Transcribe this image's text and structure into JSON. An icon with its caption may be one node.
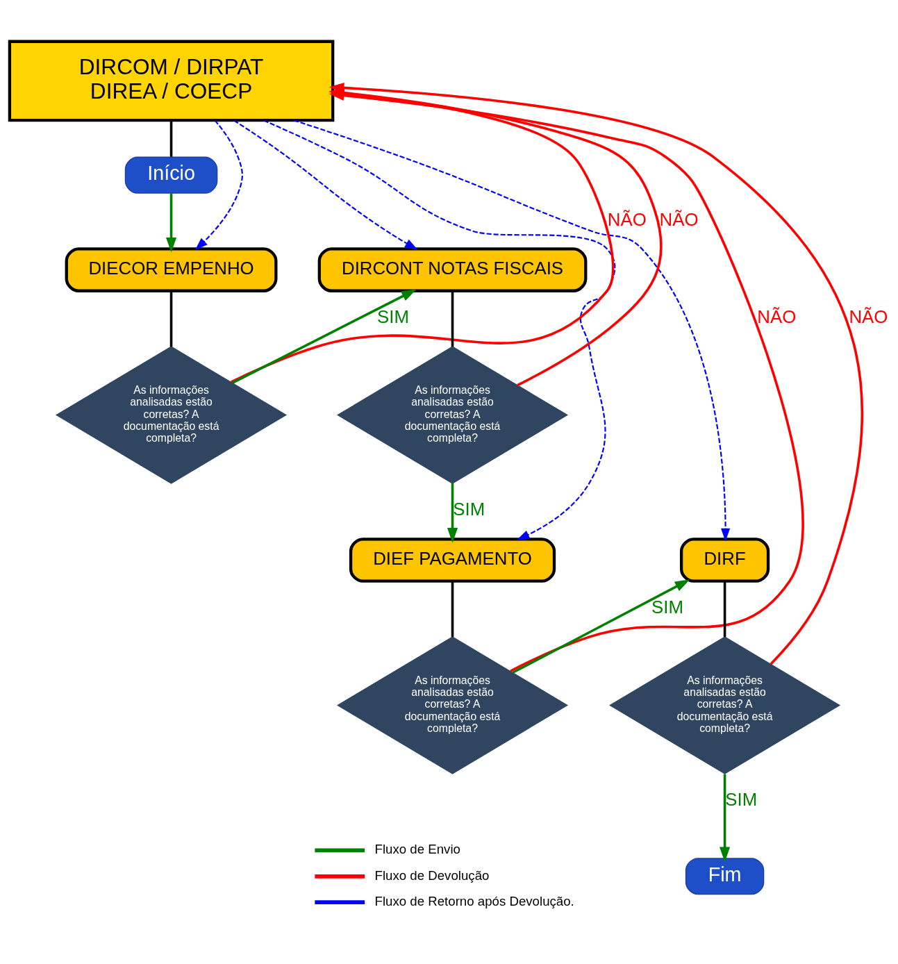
{
  "diagram": {
    "nodes": [
      {
        "text": [
          "DIRCOM / DIRPAT DIREA / COECP"
        ]
      },
      {
        "text": [
          "Início"
        ]
      },
      {
        "text": [
          "DIECOR EMPENHO"
        ]
      },
      {
        "text": [
          "As informações analisadas estão corretas? A documentação está completa?"
        ]
      },
      {
        "text": [
          "DIRCONT NOTAS FISCAIS"
        ]
      },
      {
        "text": [
          "As informações analisadas estão corretas? A documentação está completa?"
        ]
      },
      {
        "text": [
          "DIEF PAGAMENTO"
        ]
      },
      {
        "text": [
          "As informações analisadas estão corretas? A documentação está completa?"
        ]
      },
      {
        "text": [
          "DIRF"
        ]
      },
      {
        "text": [
          "As informações analisadas estão corretas? A documentação está completa?"
        ]
      },
      {
        "text": [
          "Fim"
        ]
      }
    ],
    "edges": [
      {
        "from": 0,
        "to": 1,
        "arrow": "none",
        "color": "#000000"
      },
      {
        "from": 1,
        "to": 2,
        "arrow": "to",
        "color": "#008000"
      },
      {
        "from": 2,
        "to": 3,
        "arrow": "none",
        "color": "#000000"
      },
      {
        "from": 3,
        "to": 4,
        "arrow": "to",
        "label": "SIM",
        "color": "#008000"
      },
      {
        "from": 4,
        "to": 5,
        "arrow": "none",
        "color": "#000000"
      },
      {
        "from": 5,
        "to": 6,
        "arrow": "to",
        "label": "SIM",
        "color": "#008000"
      },
      {
        "from": 6,
        "to": 7,
        "arrow": "none",
        "color": "#000000"
      },
      {
        "from": 7,
        "to": 8,
        "arrow": "to",
        "label": "SIM",
        "color": "#008000"
      },
      {
        "from": 8,
        "to": 9,
        "arrow": "none",
        "color": "#000000"
      },
      {
        "from": 9,
        "to": 10,
        "arrow": "to",
        "label": "SIM",
        "color": "#008000"
      },
      {
        "from": 3,
        "to": 0,
        "arrow": "to",
        "label": "NÃO",
        "color": "#ff0000"
      },
      {
        "from": 5,
        "to": 0,
        "arrow": "to",
        "label": "NÃO",
        "color": "#ff0000"
      },
      {
        "from": 7,
        "to": 0,
        "arrow": "to",
        "label": "NÃO",
        "color": "#ff0000"
      },
      {
        "from": 9,
        "to": 0,
        "arrow": "to",
        "label": "NÃO",
        "color": "#ff0000"
      },
      {
        "from": 0,
        "to": 2,
        "arrow": "to",
        "style": "dashed",
        "color": "#0000ff"
      },
      {
        "from": 0,
        "to": 4,
        "arrow": "to",
        "style": "dashed",
        "color": "#0000ff"
      },
      {
        "from": 0,
        "to": 6,
        "arrow": "to",
        "style": "dashed",
        "color": "#0000ff"
      },
      {
        "from": 0,
        "to": 8,
        "arrow": "to",
        "style": "dashed",
        "color": "#0000ff"
      }
    ],
    "legend": [
      {
        "text": "Fluxo de Envio"
      },
      {
        "text": "Fluxo de Devolução"
      },
      {
        "text": "Fluxo de Retorno após Devolução."
      }
    ]
  }
}
